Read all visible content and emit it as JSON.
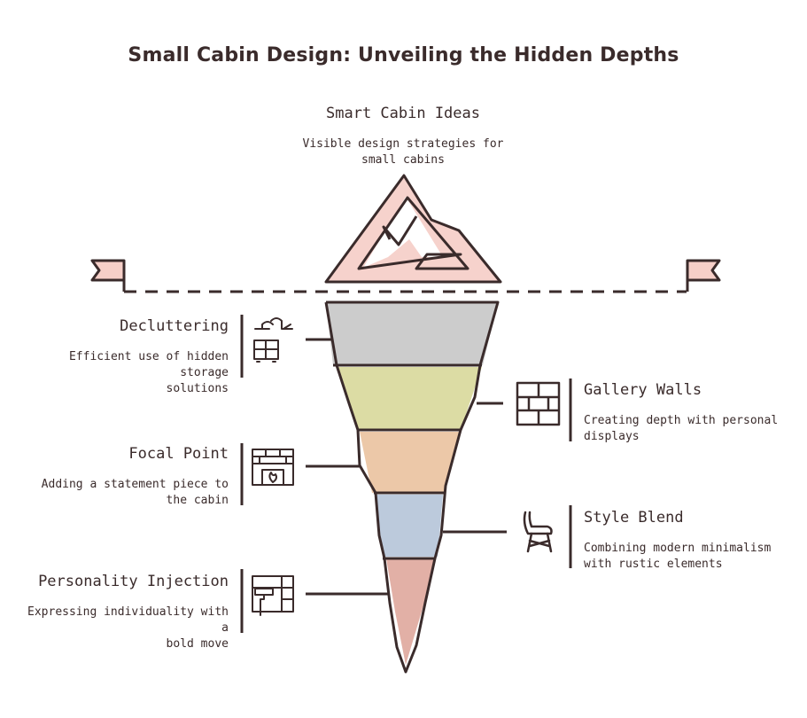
{
  "title": "Small Cabin Design: Unveiling the Hidden Depths",
  "top": {
    "heading": "Smart Cabin Ideas",
    "desc_line1": "Visible design strategies for",
    "desc_line2": "small cabins"
  },
  "layers": [
    {
      "heading": "Decluttering",
      "desc_line1": "Efficient use of hidden storage",
      "desc_line2": "solutions",
      "side": "left",
      "icon": "hanger-dresser-icon",
      "color": "#cccccc"
    },
    {
      "heading": "Gallery Walls",
      "desc_line1": "Creating depth with personal",
      "desc_line2": "displays",
      "side": "right",
      "icon": "brick-wall-icon",
      "color": "#dcdca4"
    },
    {
      "heading": "Focal Point",
      "desc_line1": "Adding a statement piece to",
      "desc_line2": "the cabin",
      "side": "left",
      "icon": "fireplace-icon",
      "color": "#ecc8a8"
    },
    {
      "heading": "Style Blend",
      "desc_line1": "Combining modern minimalism",
      "desc_line2": "with rustic elements",
      "side": "right",
      "icon": "chair-icon",
      "color": "#bccadc"
    },
    {
      "heading": "Personality Injection",
      "desc_line1": "Expressing individuality with a",
      "desc_line2": "bold move",
      "side": "left",
      "icon": "paint-roller-icon",
      "color": "#e2b0a6"
    }
  ],
  "colors": {
    "ink": "#3a2b2b",
    "tip_fill": "#f6d2cc",
    "flag_fill": "#f6cfc8"
  }
}
